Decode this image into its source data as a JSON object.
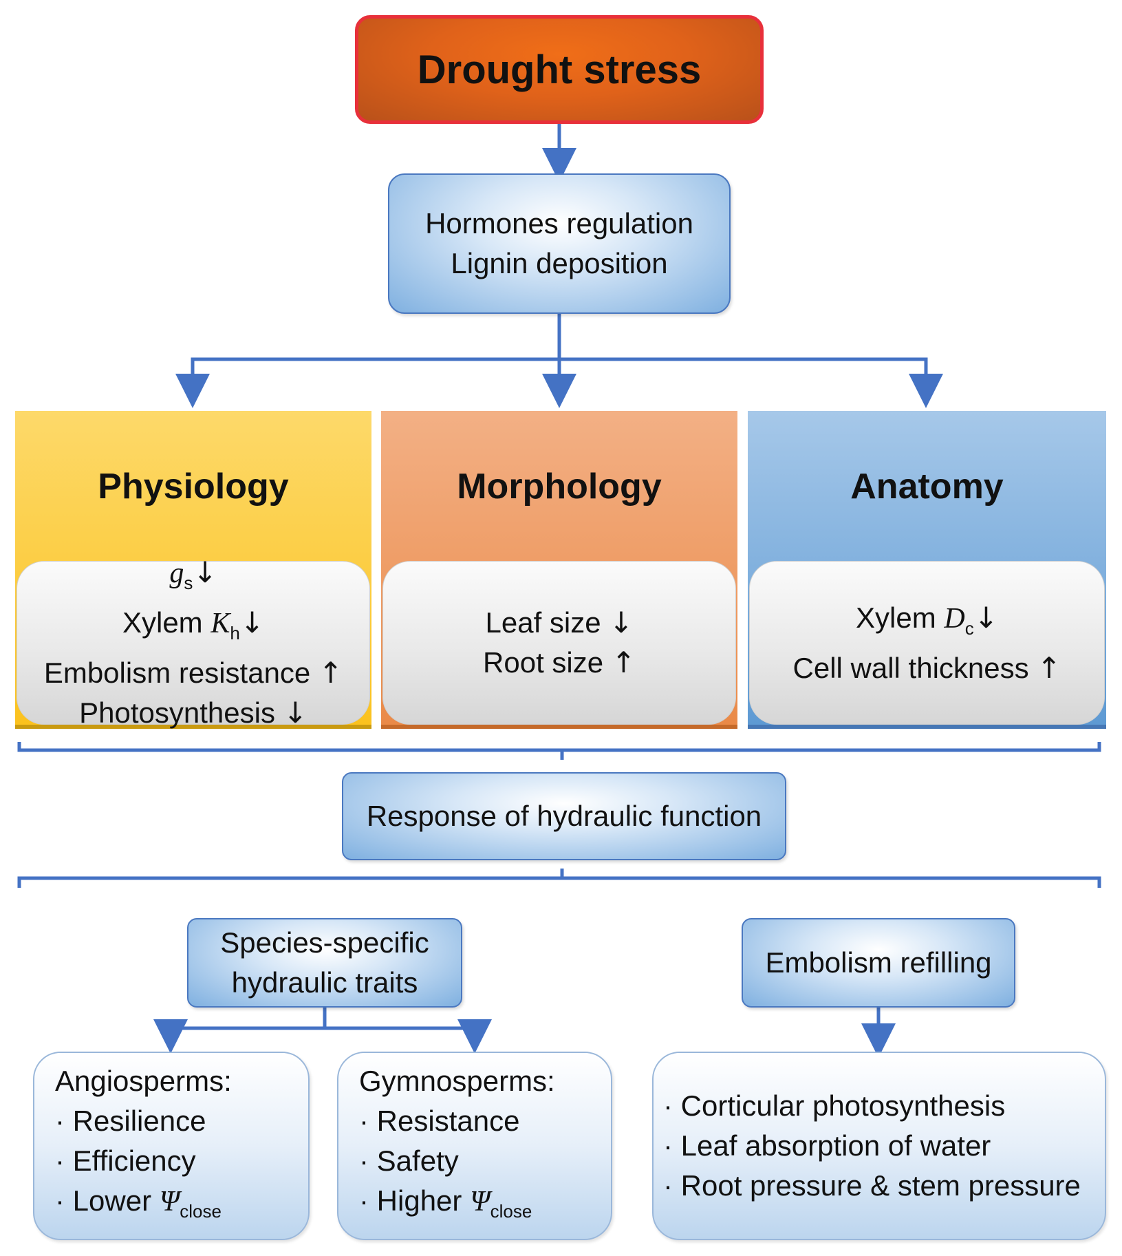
{
  "top": {
    "title": "Drought stress"
  },
  "mechanisms": {
    "lines": [
      "Hormones regulation",
      "Lignin deposition"
    ]
  },
  "panels": {
    "physiology": {
      "title": "Physiology",
      "items": [
        {
          "main": "",
          "var": "g",
          "sub": "s",
          "tail": "",
          "arrow": "↓"
        },
        {
          "main": "Xylem ",
          "var": "K",
          "sub": "h",
          "tail": "",
          "arrow": "↓"
        },
        {
          "main": "Embolism resistance ",
          "var": "",
          "sub": "",
          "tail": "",
          "arrow": "↑"
        },
        {
          "main": "Photosynthesis ",
          "var": "",
          "sub": "",
          "tail": "",
          "arrow": "↓"
        }
      ]
    },
    "morphology": {
      "title": "Morphology",
      "items": [
        {
          "main": "Leaf size ",
          "arrow": "↓"
        },
        {
          "main": "Root size ",
          "arrow": "↑"
        }
      ]
    },
    "anatomy": {
      "title": "Anatomy",
      "items": [
        {
          "main": "Xylem ",
          "var": "D",
          "sub": "c",
          "arrow": "↓"
        },
        {
          "main": "Cell wall thickness ",
          "var": "",
          "sub": "",
          "arrow": "↑"
        }
      ]
    }
  },
  "response": {
    "label": "Response of hydraulic function"
  },
  "species": {
    "lines": [
      "Species-specific",
      "hydraulic traits"
    ]
  },
  "refilling": {
    "label": "Embolism refilling"
  },
  "angiosperms": {
    "heading": "Angiosperms:",
    "bullet": "·",
    "items": [
      "Resilience",
      "Efficiency"
    ],
    "psi_prefix": "Lower ",
    "psi_symbol": "Ψ",
    "psi_sub": "close"
  },
  "gymnosperms": {
    "heading": "Gymnosperms:",
    "bullet": "·",
    "items": [
      "Resistance",
      "Safety"
    ],
    "psi_prefix": "Higher ",
    "psi_symbol": "Ψ",
    "psi_sub": "close"
  },
  "refill_mechanisms": {
    "bullet": "·",
    "items": [
      "Corticular photosynthesis",
      "Leaf absorption of water",
      "Root pressure & stem pressure"
    ]
  },
  "colors": {
    "connector": "#4472c4",
    "drought_border": "#e8303a",
    "drought_fill": "#e0621a",
    "physiology": "#fbc21e",
    "morphology": "#ea8a48",
    "anatomy": "#5e9ad3"
  }
}
